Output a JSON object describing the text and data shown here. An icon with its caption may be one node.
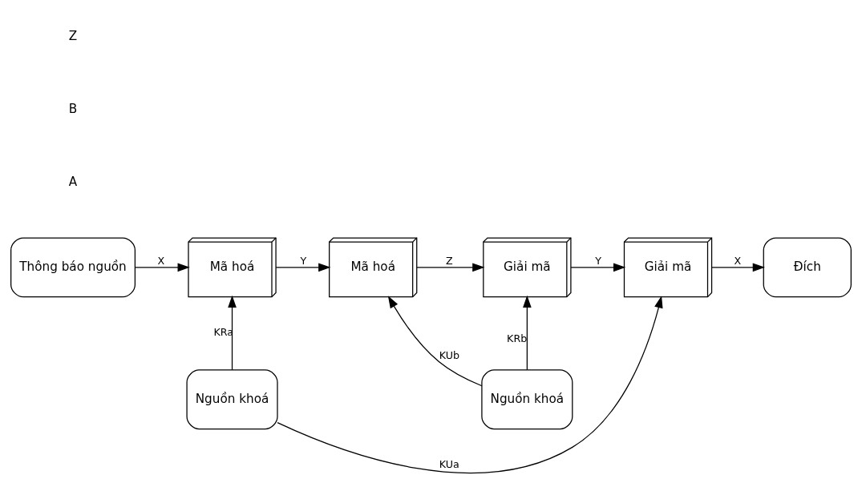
{
  "diagram": {
    "nodes": [
      {
        "text": [
          "Thông báo nguồn"
        ]
      },
      {
        "text": [
          "Mã hoá"
        ]
      },
      {
        "text": [
          "Mã hoá"
        ]
      },
      {
        "text": [
          "Giải mã"
        ]
      },
      {
        "text": [
          "Giải mã"
        ]
      },
      {
        "text": [
          "Đích"
        ]
      },
      {
        "text": [
          "Nguồn khoá"
        ]
      },
      {
        "text": [
          "Nguồn khoá"
        ]
      }
    ],
    "edges": [
      {
        "from": 0,
        "to": 1,
        "arrow": "to",
        "label": "X"
      },
      {
        "from": 1,
        "to": 2,
        "arrow": "to",
        "label": "Y"
      },
      {
        "from": 2,
        "to": 3,
        "arrow": "to",
        "label": "Z"
      },
      {
        "from": 3,
        "to": 4,
        "arrow": "to",
        "label": "Y"
      },
      {
        "from": 4,
        "to": 5,
        "arrow": "to",
        "label": "X"
      },
      {
        "from": 6,
        "to": 2,
        "arrow": "to",
        "label": "KUb"
      },
      {
        "from": 6,
        "to": 3,
        "arrow": "to",
        "label": "KRb"
      },
      {
        "from": 7,
        "to": 1,
        "arrow": "to",
        "label": "KRa"
      },
      {
        "from": 7,
        "to": 4,
        "arrow": "to",
        "label": "KUa"
      }
    ],
    "labels": [
      "A",
      "B",
      "Z"
    ]
  }
}
